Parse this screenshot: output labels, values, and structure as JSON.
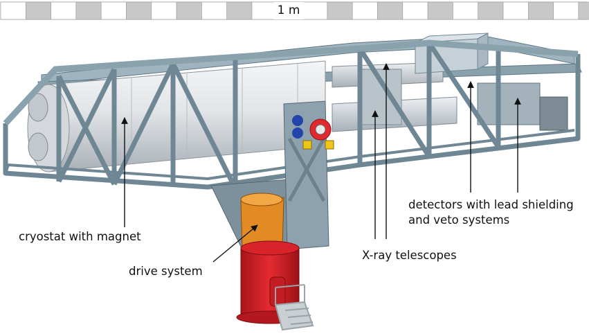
{
  "scale_bar": {
    "label": "1 m"
  },
  "annotations": {
    "cryostat": "cryostat with magnet",
    "drive": "drive system",
    "telescopes": "X-ray telescopes",
    "detectors_line1": "detectors with lead shielding",
    "detectors_line2": "and veto systems"
  },
  "colors": {
    "frame": "#8fa6b3",
    "frame_dark": "#6f8794",
    "cryostat": "#d9dcdf",
    "tower_red": "#d8232a",
    "tower_orange": "#e28a23",
    "scale_gray": "#c8c8c8"
  }
}
